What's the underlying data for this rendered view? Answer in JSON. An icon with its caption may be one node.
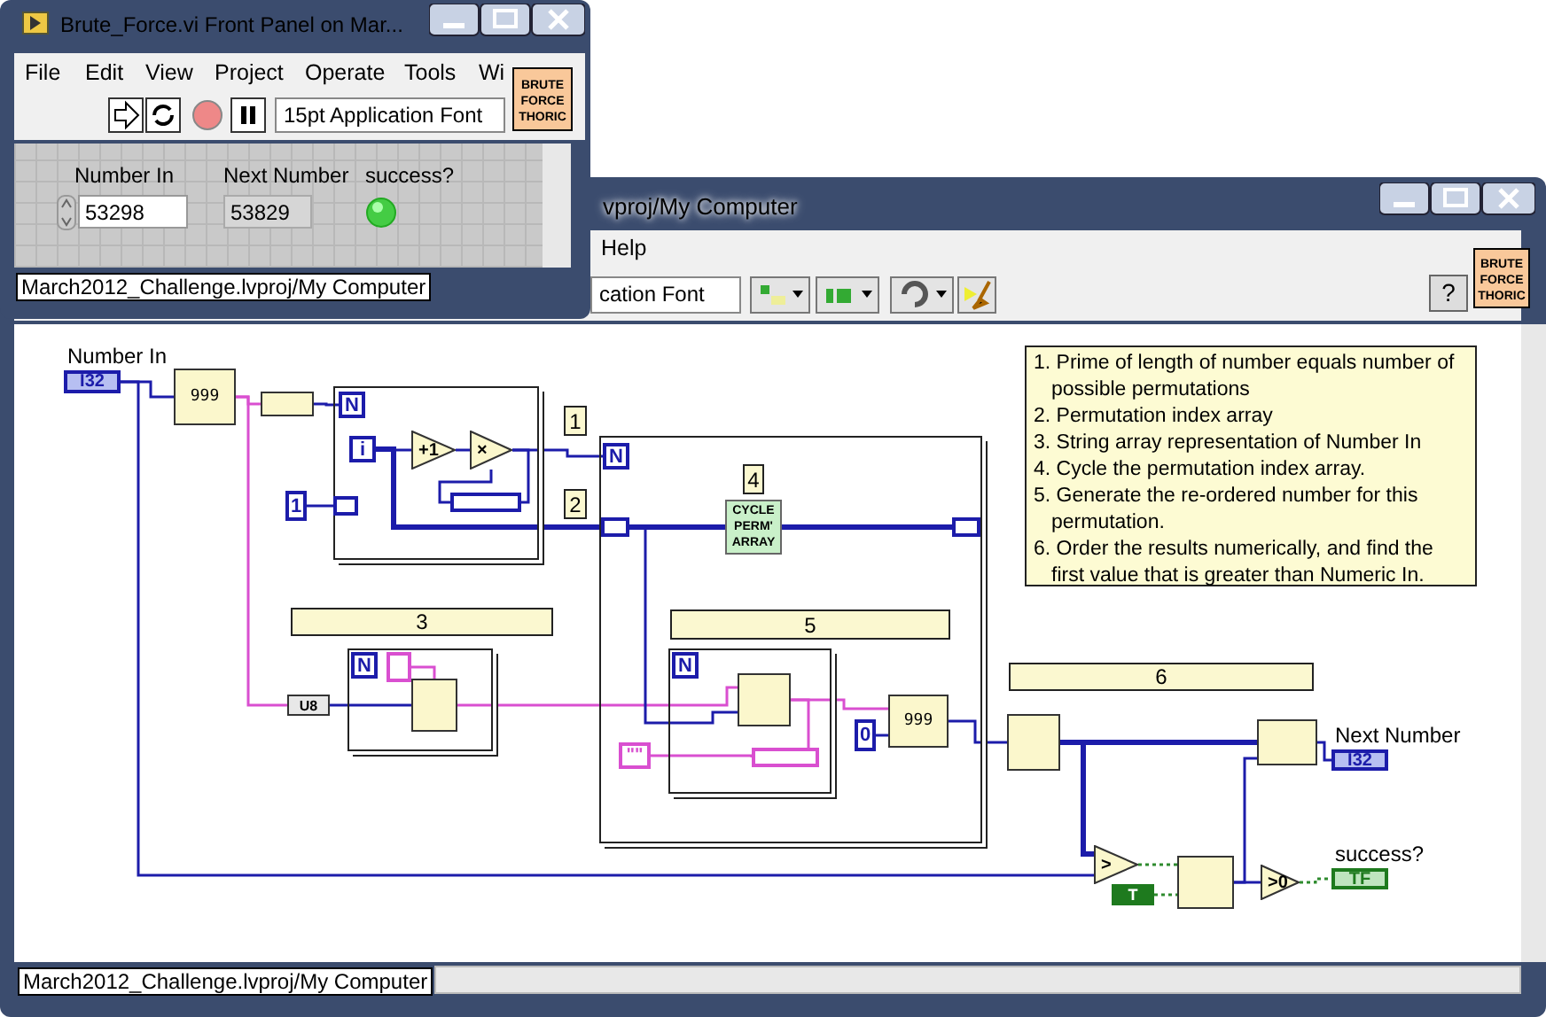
{
  "diagram": {
    "nodes": [
      {
        "text": [
          "I32"
        ],
        "beside": [
          "Number In"
        ]
      },
      {
        "text": [
          "999"
        ]
      },
      {
        "text": [],
        "shape": "box"
      },
      {
        "text": [],
        "shape": "box"
      },
      {
        "text": [
          "N"
        ],
        "in": 3
      },
      {
        "text": [
          "i"
        ],
        "in": 3
      },
      {
        "text": [
          "+1"
        ],
        "in": 3
      },
      {
        "text": [
          "×"
        ],
        "in": 3
      },
      {
        "text": [],
        "shape": "box",
        "in": 3
      },
      {
        "text": [
          "1"
        ]
      },
      {
        "text": [],
        "shape": "box",
        "in": 3
      },
      {
        "text": [
          "1"
        ]
      },
      {
        "text": [
          "2"
        ]
      },
      {
        "text": [],
        "shape": "box"
      },
      {
        "text": [
          "N"
        ],
        "in": 13
      },
      {
        "text": [],
        "shape": "box",
        "in": 13
      },
      {
        "text": [],
        "shape": "box",
        "in": 13
      },
      {
        "text": [
          "4"
        ],
        "in": 13
      },
      {
        "text": [
          "CYCLE PERM' ARRAY"
        ],
        "in": 13
      },
      {
        "text": [
          "5"
        ],
        "in": 13
      },
      {
        "text": [],
        "shape": "box",
        "in": 13
      },
      {
        "text": [
          "N"
        ],
        "in": 20
      },
      {
        "text": [],
        "shape": "box",
        "in": 20
      },
      {
        "text": [],
        "shape": "box",
        "in": 20
      },
      {
        "text": [
          "\"\""
        ],
        "in": 13
      },
      {
        "text": [
          "999"
        ],
        "in": 13
      },
      {
        "text": [
          "0"
        ],
        "in": 13
      },
      {
        "text": [
          "3"
        ]
      },
      {
        "text": [],
        "shape": "box"
      },
      {
        "text": [
          "N"
        ],
        "in": 28
      },
      {
        "text": [],
        "shape": "box",
        "in": 28
      },
      {
        "text": [],
        "shape": "box",
        "in": 28
      },
      {
        "text": [
          "U8"
        ]
      },
      {
        "text": [
          "6"
        ]
      },
      {
        "text": [],
        "shape": "box"
      },
      {
        "text": [],
        "shape": "box"
      },
      {
        "text": [
          "I32"
        ],
        "beside": [
          "Next Number"
        ]
      },
      {
        "text": [
          ">"
        ]
      },
      {
        "text": [
          "T"
        ]
      },
      {
        "text": [],
        "shape": "box"
      },
      {
        "text": [
          ">0"
        ]
      },
      {
        "text": [
          "TF"
        ],
        "beside": [
          "success?"
        ]
      },
      {
        "text": [
          "1. Prime of length of number equals number of possible permutations",
          "2. Permutation index array",
          "3. String array representation of Number In",
          "4. Cycle the permutation index array.",
          "5. Generate the re-ordered number for this permutation.",
          "6. Order the results numerically, and find the first value that is greater than Numeric In."
        ]
      }
    ],
    "edges": [
      {
        "from": 0,
        "to": 1,
        "arrow": "none"
      },
      {
        "from": 0,
        "to": 37,
        "arrow": "none"
      },
      {
        "from": 1,
        "to": 2,
        "arrow": "none",
        "color": "#d94fd0"
      },
      {
        "from": 1,
        "to": 32,
        "arrow": "none",
        "color": "#d94fd0"
      },
      {
        "from": 32,
        "to": 31,
        "arrow": "none"
      },
      {
        "from": 30,
        "to": 31,
        "arrow": "none",
        "color": "#d94fd0"
      },
      {
        "from": 31,
        "to": 22,
        "arrow": "none",
        "color": "#d94fd0"
      },
      {
        "from": 2,
        "to": 4,
        "arrow": "none"
      },
      {
        "from": 9,
        "to": 8,
        "arrow": "none"
      },
      {
        "from": 5,
        "to": 6,
        "arrow": "none"
      },
      {
        "from": 6,
        "to": 7,
        "arrow": "none"
      },
      {
        "from": 7,
        "to": 10,
        "arrow": "none"
      },
      {
        "from": 10,
        "to": 7,
        "arrow": "none"
      },
      {
        "from": 7,
        "to": 14,
        "arrow": "none"
      },
      {
        "from": 5,
        "to": 15,
        "arrow": "none",
        "style": "thick"
      },
      {
        "from": 15,
        "to": 18,
        "arrow": "none",
        "style": "thick"
      },
      {
        "from": 18,
        "to": 16,
        "arrow": "none",
        "style": "thick"
      },
      {
        "from": 15,
        "to": 22,
        "arrow": "none"
      },
      {
        "from": 24,
        "to": 23,
        "arrow": "none",
        "color": "#d94fd0"
      },
      {
        "from": 22,
        "to": 23,
        "arrow": "none",
        "color": "#d94fd0"
      },
      {
        "from": 22,
        "to": 25,
        "arrow": "none",
        "color": "#d94fd0"
      },
      {
        "from": 26,
        "to": 25,
        "arrow": "none"
      },
      {
        "from": 25,
        "to": 34,
        "arrow": "none"
      },
      {
        "from": 34,
        "to": 35,
        "arrow": "none",
        "style": "thick"
      },
      {
        "from": 34,
        "to": 37,
        "arrow": "none",
        "style": "thick"
      },
      {
        "from": 37,
        "to": 39,
        "arrow": "none",
        "style": "dashed",
        "color": "#2e8b2e"
      },
      {
        "from": 38,
        "to": 39,
        "arrow": "none",
        "style": "dashed",
        "color": "#2e8b2e"
      },
      {
        "from": 39,
        "to": 35,
        "arrow": "none"
      },
      {
        "from": 39,
        "to": 40,
        "arrow": "none"
      },
      {
        "from": 35,
        "to": 36,
        "arrow": "none"
      },
      {
        "from": 40,
        "to": 41,
        "arrow": "none",
        "style": "dashed",
        "color": "#2e8b2e"
      }
    ],
    "labels": [
      "Brute_Force.vi Front Panel on Mar...",
      "File",
      "Edit",
      "View",
      "Project",
      "Operate",
      "Tools",
      "Wi",
      "15pt Application Font",
      "BRUTE FORCE THORIC",
      "Number In",
      "53298",
      "Next Number",
      "53829",
      "success?",
      "March2012_Challenge.lvproj/My Computer",
      "vproj/My Computer",
      "Help",
      "cation Font",
      "BRUTE FORCE THORIC",
      "?",
      "March2012_Challenge.lvproj/My Computer"
    ]
  }
}
